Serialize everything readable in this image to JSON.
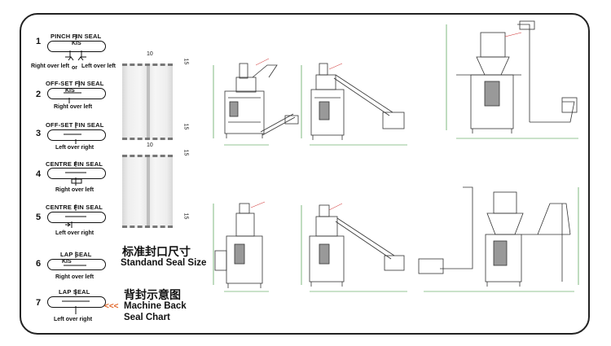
{
  "seal_types": [
    {
      "num": "1",
      "label": "PINCH  FIN SEAL",
      "kis": "KIS",
      "left_note": "Right over left",
      "or": "or",
      "right_note": "Left over left"
    },
    {
      "num": "2",
      "label": "OFF-SET  FIN SEAL",
      "kis": "KIS",
      "note": "Right over left"
    },
    {
      "num": "3",
      "label": "OFF-SET  FIN SEAL",
      "note": "Left over right"
    },
    {
      "num": "4",
      "label": "CENTRE  FIN SEAL",
      "note": "Right over left"
    },
    {
      "num": "5",
      "label": "CENTRE  FIN SEAL",
      "note": "Left over right"
    },
    {
      "num": "6",
      "label": "LAP  SEAL",
      "kis": "KIS",
      "note": "Right over left"
    },
    {
      "num": "7",
      "label": "LAP  SEAL",
      "note": "Left over right"
    }
  ],
  "standard_seal": {
    "cn": "标准封口尺寸",
    "en": "Standand Seal Size",
    "dim_top": "10",
    "dim_side": "15"
  },
  "back_seal": {
    "cn": "背封示意图",
    "en_line1": "Machine Back",
    "en_line2": "Seal Chart",
    "arrows": "<<<"
  },
  "colors": {
    "frame": "#222222",
    "machine": "#333333",
    "dimension": "#2a8a2a",
    "annotation": "#cc2222"
  }
}
